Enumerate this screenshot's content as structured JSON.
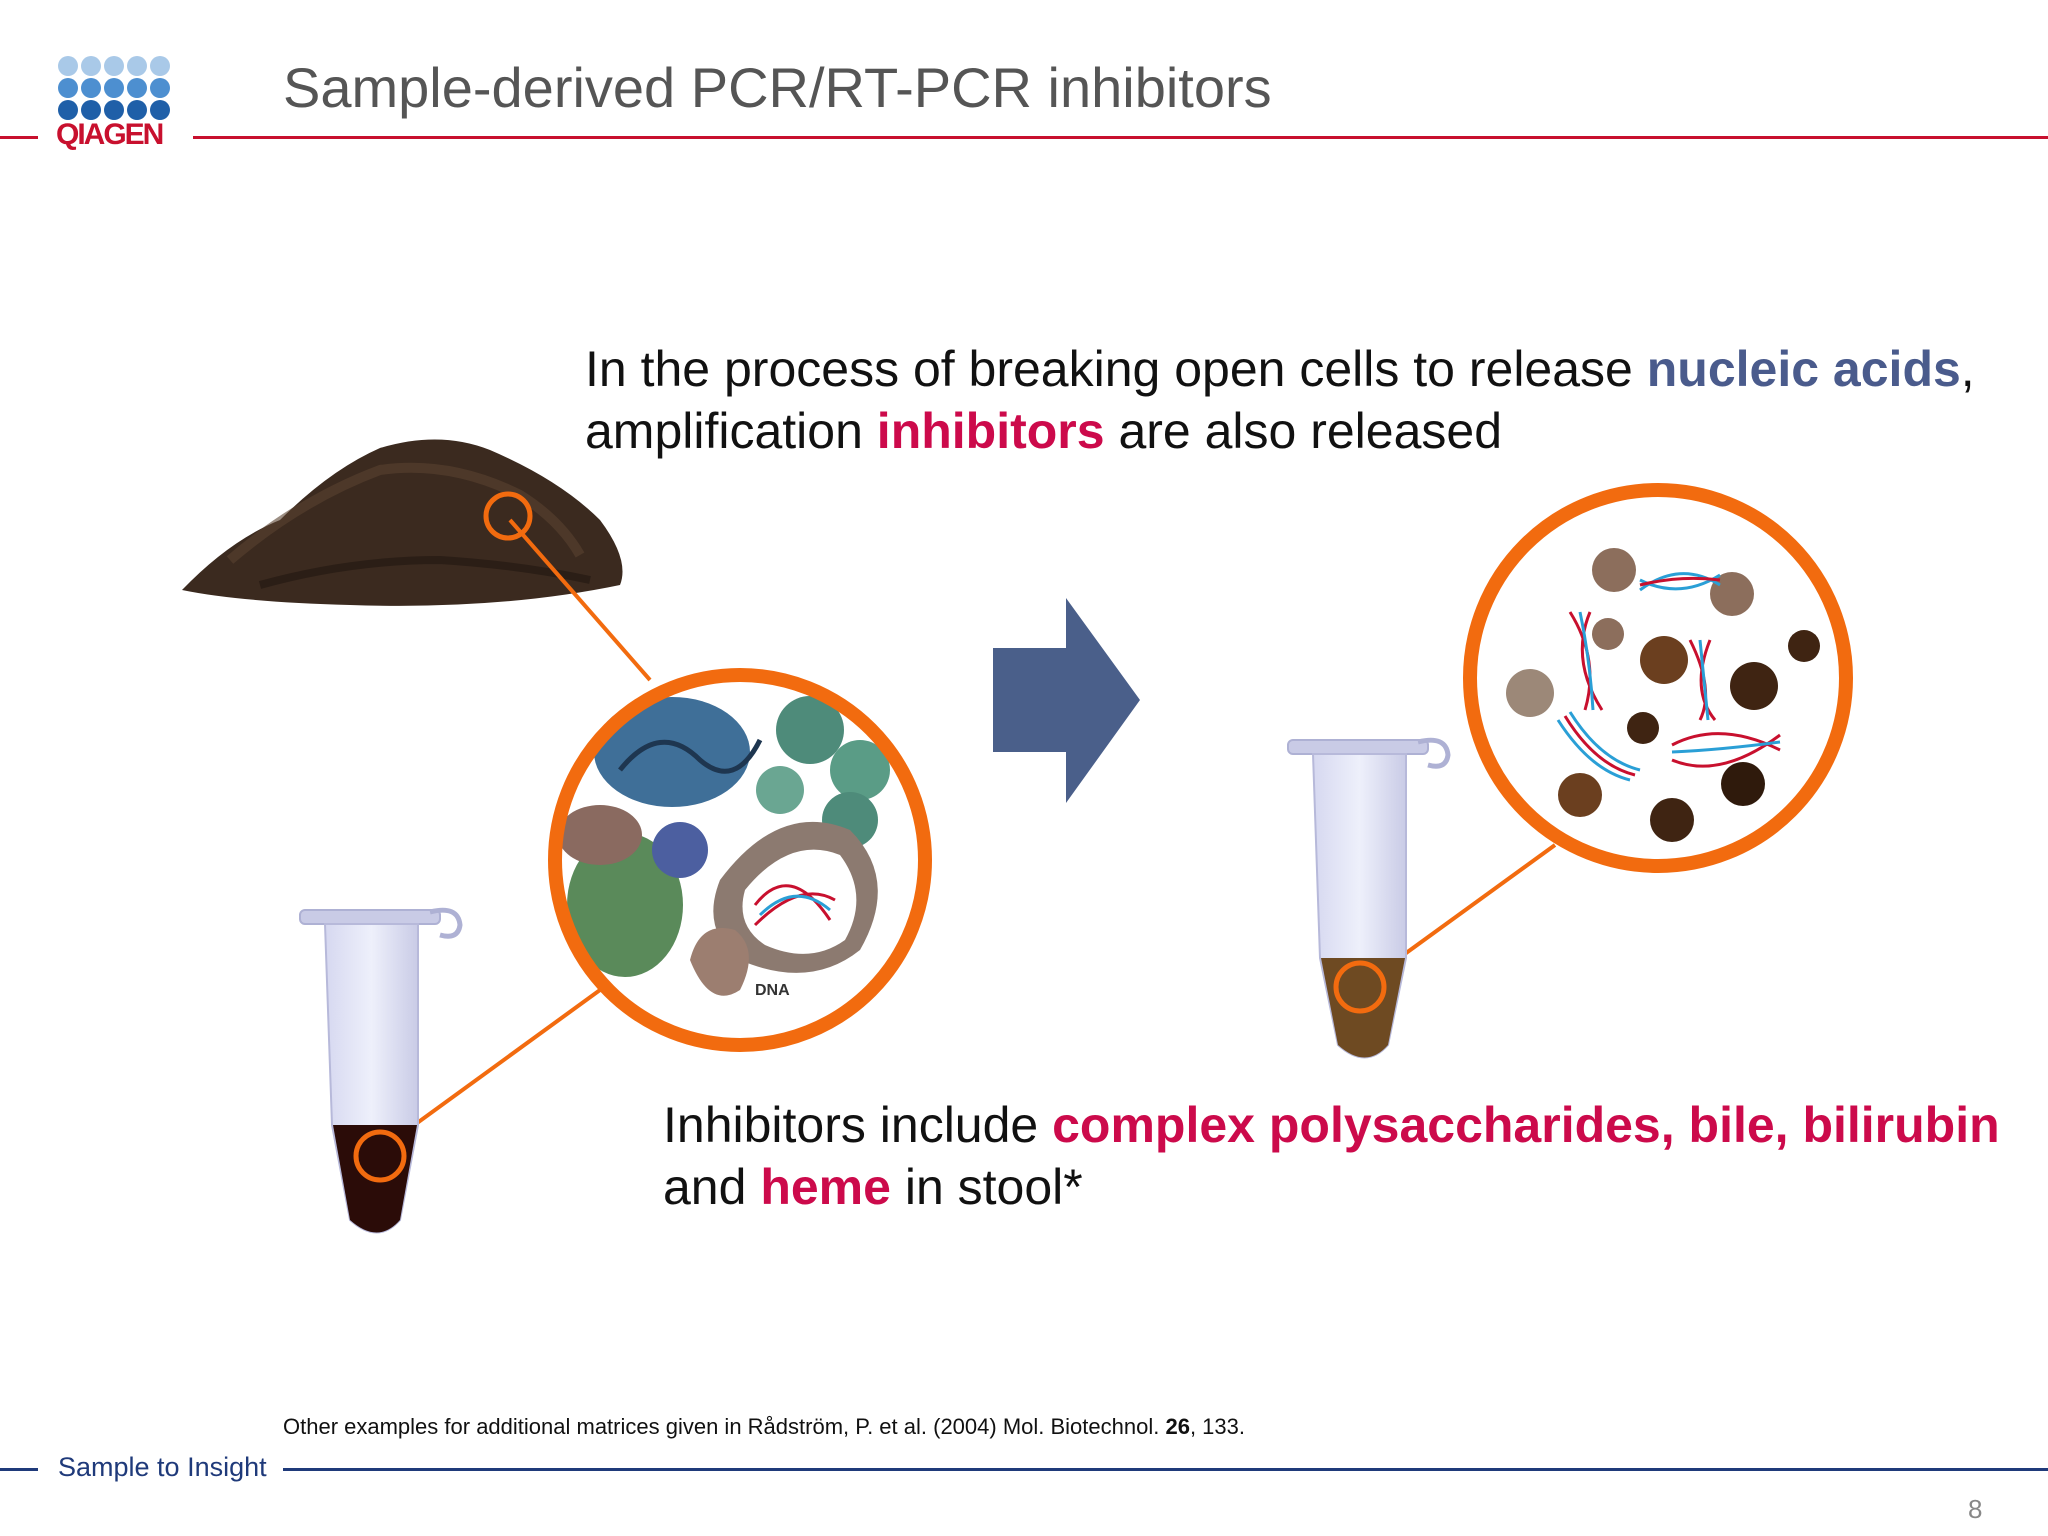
{
  "header": {
    "title": "Sample-derived PCR/RT-PCR inhibitors",
    "logo_text": "QIAGEN"
  },
  "main": {
    "para1": {
      "t1": "In the process of breaking open cells to release ",
      "t2": "nucleic acids",
      "t3": ", amplification ",
      "t4": "inhibitors",
      "t5": " are also released"
    },
    "para2": {
      "t1": "Inhibitors include ",
      "t2": "complex polysaccharides, bile, bilirubin",
      "t3": " and ",
      "t4": "heme",
      "t5": " in stool*"
    },
    "diagram_label_dna": "DNA"
  },
  "footer": {
    "footnote_a": "Other examples for additional matrices given in Rådström, P. et al. (2004) Mol. Biotechnol. ",
    "footnote_b": "26",
    "footnote_c": ", 133.",
    "tagline": "Sample to Insight",
    "page_number": "8"
  },
  "colors": {
    "brand_red": "#c8102e",
    "brand_blue": "#1f3a7a",
    "highlight_blue": "#4a5b8c",
    "highlight_red": "#cc0a4b",
    "callout_orange": "#f26b0f",
    "arrow_blue": "#4a5f8a"
  }
}
